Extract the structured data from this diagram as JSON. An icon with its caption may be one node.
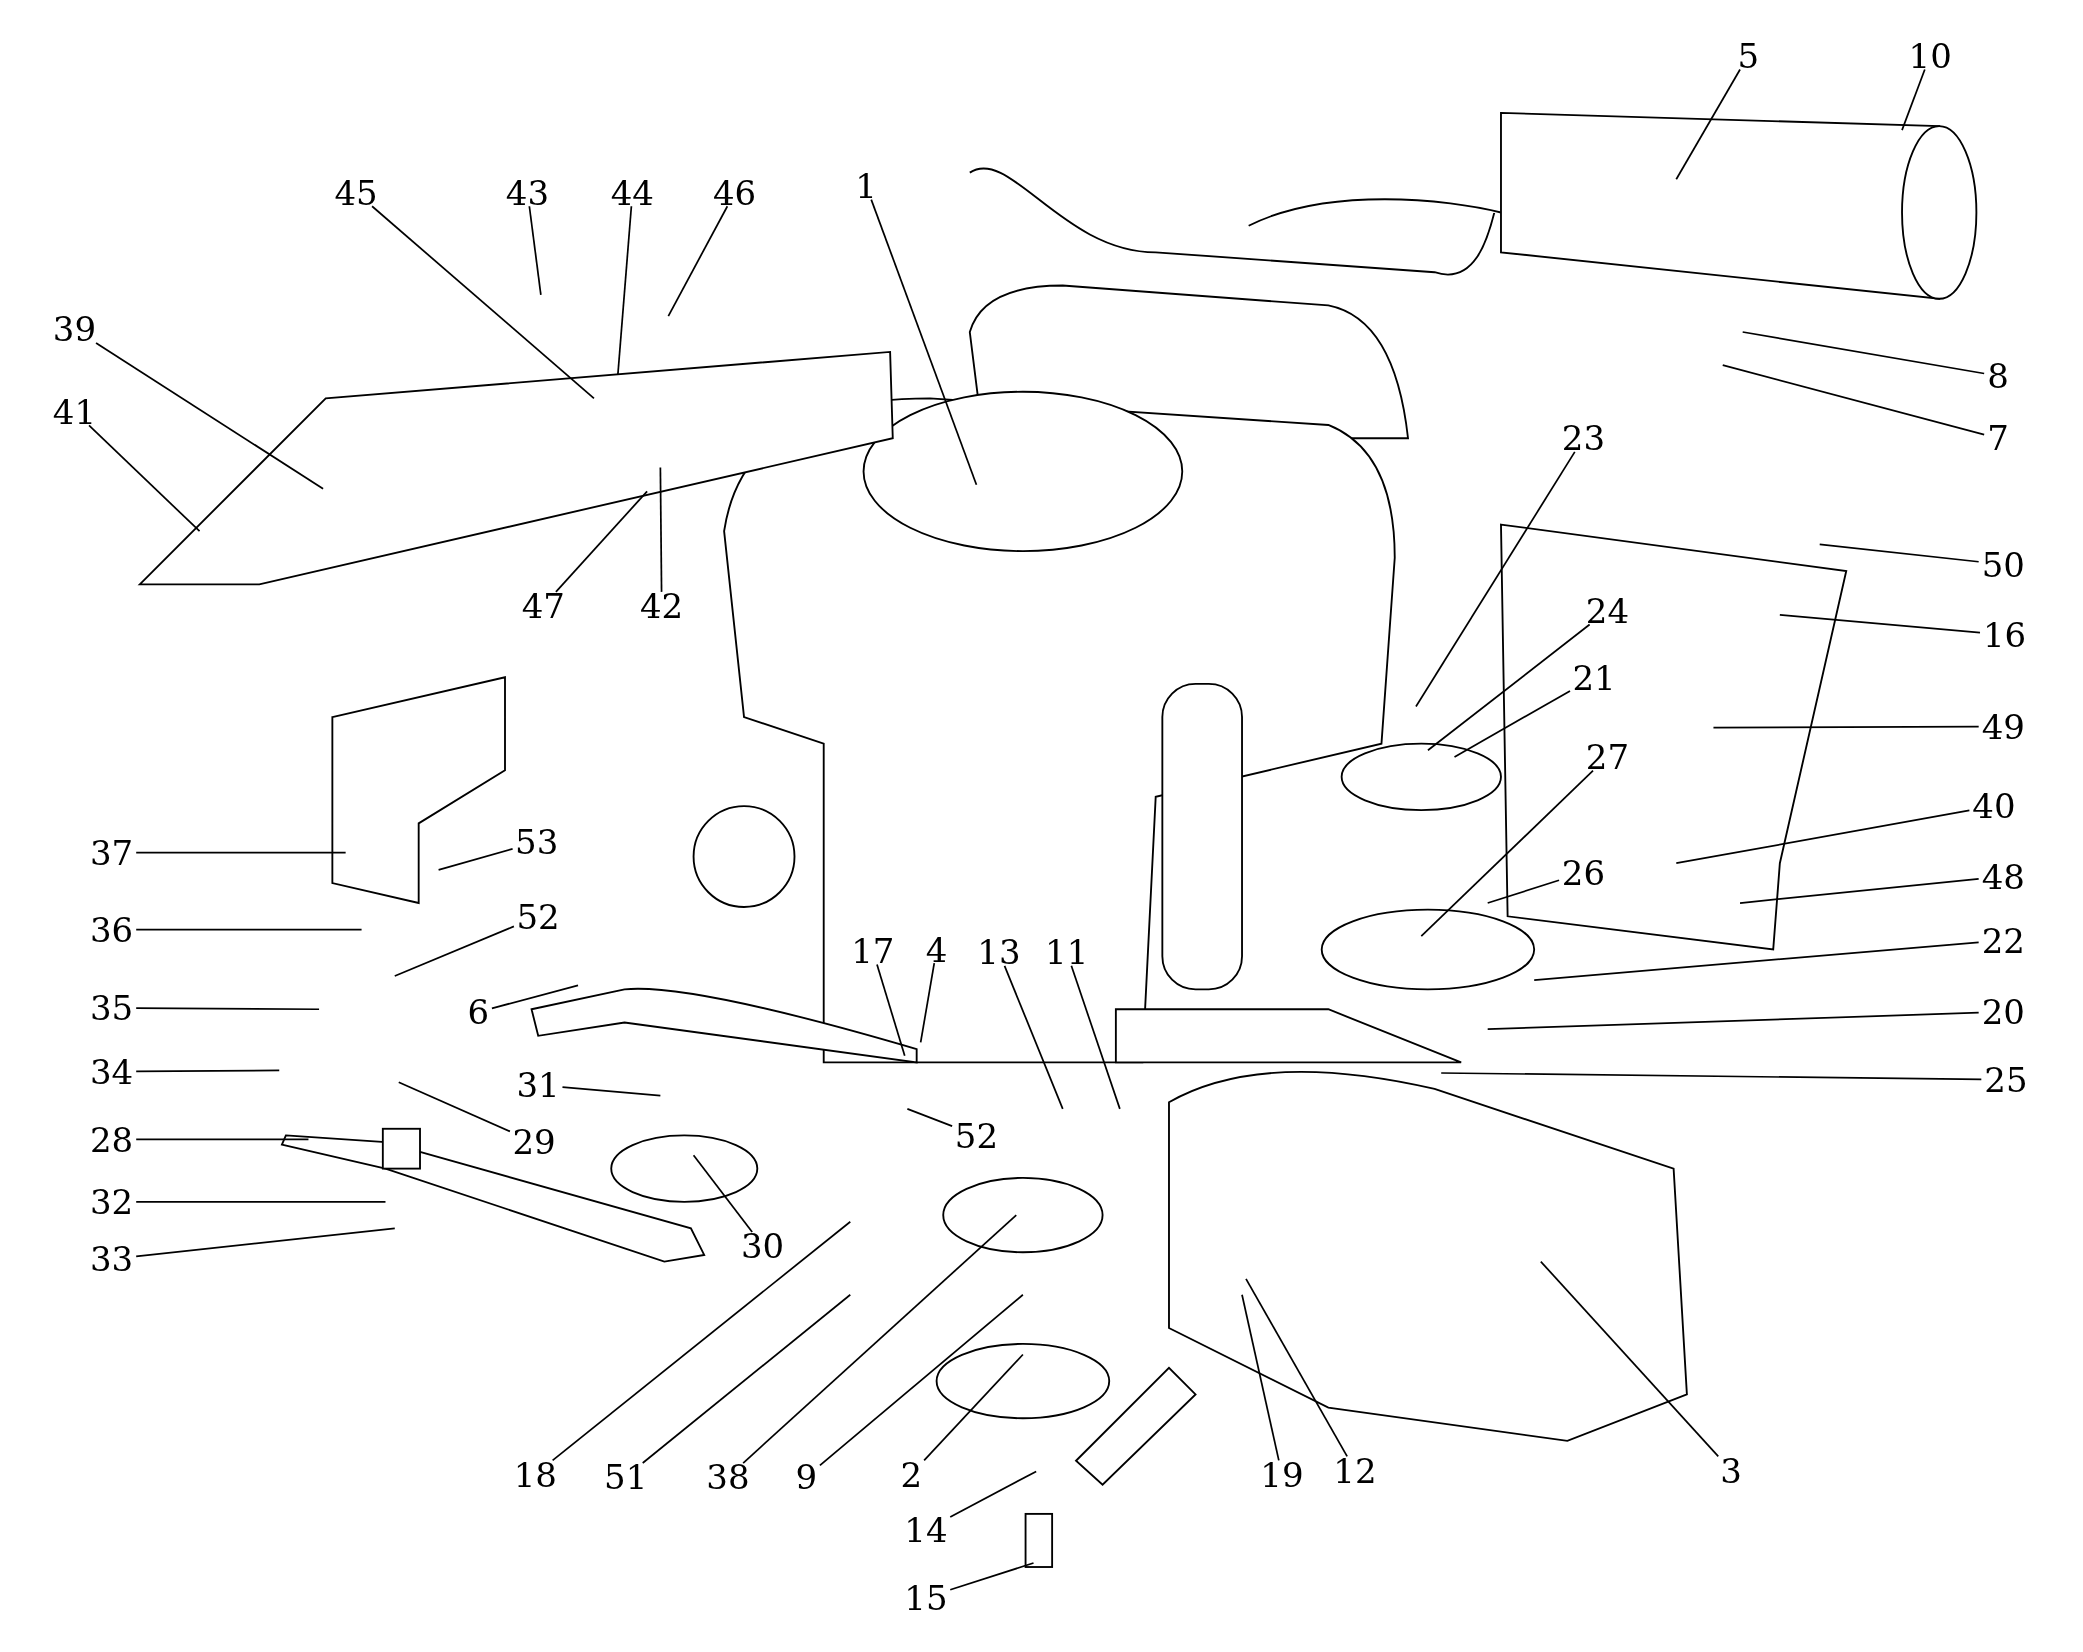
{
  "diagram": {
    "nodes": [
      {
        "text": [
          "1"
        ]
      },
      {
        "text": [
          "2"
        ]
      },
      {
        "text": [
          "3"
        ]
      },
      {
        "text": [
          "4"
        ]
      },
      {
        "text": [
          "5"
        ]
      },
      {
        "text": [
          "6"
        ]
      },
      {
        "text": [
          "7"
        ]
      },
      {
        "text": [
          "8"
        ]
      },
      {
        "text": [
          "9"
        ]
      },
      {
        "text": [
          "10"
        ]
      },
      {
        "text": [
          "11"
        ]
      },
      {
        "text": [
          "12"
        ]
      },
      {
        "text": [
          "13"
        ]
      },
      {
        "text": [
          "14"
        ]
      },
      {
        "text": [
          "15"
        ]
      },
      {
        "text": [
          "16"
        ]
      },
      {
        "text": [
          "17"
        ]
      },
      {
        "text": [
          "18"
        ]
      },
      {
        "text": [
          "19"
        ]
      },
      {
        "text": [
          "20"
        ]
      },
      {
        "text": [
          "21"
        ]
      },
      {
        "text": [
          "22"
        ]
      },
      {
        "text": [
          "23"
        ]
      },
      {
        "text": [
          "24"
        ]
      },
      {
        "text": [
          "25"
        ]
      },
      {
        "text": [
          "26"
        ]
      },
      {
        "text": [
          "27"
        ]
      },
      {
        "text": [
          "28"
        ]
      },
      {
        "text": [
          "29"
        ]
      },
      {
        "text": [
          "30"
        ]
      },
      {
        "text": [
          "31"
        ]
      },
      {
        "text": [
          "32"
        ]
      },
      {
        "text": [
          "33"
        ]
      },
      {
        "text": [
          "34"
        ]
      },
      {
        "text": [
          "35"
        ]
      },
      {
        "text": [
          "36"
        ]
      },
      {
        "text": [
          "37"
        ]
      },
      {
        "text": [
          "38"
        ]
      },
      {
        "text": [
          "39"
        ]
      },
      {
        "text": [
          "40"
        ]
      },
      {
        "text": [
          "41"
        ]
      },
      {
        "text": [
          "42"
        ]
      },
      {
        "text": [
          "43"
        ]
      },
      {
        "text": [
          "44"
        ]
      },
      {
        "text": [
          "45"
        ]
      },
      {
        "text": [
          "46"
        ]
      },
      {
        "text": [
          "47"
        ]
      },
      {
        "text": [
          "48"
        ]
      },
      {
        "text": [
          "49"
        ]
      },
      {
        "text": [
          "50"
        ]
      },
      {
        "text": [
          "51"
        ]
      },
      {
        "text": [
          "52"
        ]
      },
      {
        "text": [
          "52"
        ]
      },
      {
        "text": [
          "53"
        ]
      }
    ],
    "edges": [
      {
        "from": 0,
        "to": null,
        "arrow": "none"
      },
      {
        "from": 1,
        "to": null,
        "arrow": "none"
      },
      {
        "from": 2,
        "to": null,
        "arrow": "none"
      },
      {
        "from": 3,
        "to": null,
        "arrow": "none"
      },
      {
        "from": 4,
        "to": null,
        "arrow": "none"
      },
      {
        "from": 5,
        "to": null,
        "arrow": "none"
      },
      {
        "from": 6,
        "to": null,
        "arrow": "none"
      },
      {
        "from": 7,
        "to": null,
        "arrow": "none"
      },
      {
        "from": 8,
        "to": null,
        "arrow": "none"
      },
      {
        "from": 9,
        "to": null,
        "arrow": "none"
      },
      {
        "from": 10,
        "to": null,
        "arrow": "none"
      },
      {
        "from": 11,
        "to": null,
        "arrow": "none"
      },
      {
        "from": 12,
        "to": null,
        "arrow": "none"
      },
      {
        "from": 13,
        "to": null,
        "arrow": "none"
      },
      {
        "from": 14,
        "to": null,
        "arrow": "none"
      },
      {
        "from": 15,
        "to": null,
        "arrow": "none"
      },
      {
        "from": 16,
        "to": null,
        "arrow": "none"
      },
      {
        "from": 17,
        "to": null,
        "arrow": "none"
      },
      {
        "from": 18,
        "to": null,
        "arrow": "none"
      },
      {
        "from": 19,
        "to": null,
        "arrow": "none"
      },
      {
        "from": 20,
        "to": null,
        "arrow": "none"
      },
      {
        "from": 21,
        "to": null,
        "arrow": "none"
      },
      {
        "from": 22,
        "to": null,
        "arrow": "none"
      },
      {
        "from": 23,
        "to": null,
        "arrow": "none"
      },
      {
        "from": 24,
        "to": null,
        "arrow": "none"
      },
      {
        "from": 25,
        "to": null,
        "arrow": "none"
      },
      {
        "from": 26,
        "to": null,
        "arrow": "none"
      },
      {
        "from": 27,
        "to": null,
        "arrow": "none"
      },
      {
        "from": 28,
        "to": null,
        "arrow": "none"
      },
      {
        "from": 29,
        "to": null,
        "arrow": "none"
      },
      {
        "from": 30,
        "to": null,
        "arrow": "none"
      },
      {
        "from": 31,
        "to": null,
        "arrow": "none"
      },
      {
        "from": 32,
        "to": null,
        "arrow": "none"
      },
      {
        "from": 33,
        "to": null,
        "arrow": "none"
      },
      {
        "from": 34,
        "to": null,
        "arrow": "none"
      },
      {
        "from": 35,
        "to": null,
        "arrow": "none"
      },
      {
        "from": 36,
        "to": null,
        "arrow": "none"
      },
      {
        "from": 37,
        "to": null,
        "arrow": "none"
      },
      {
        "from": 38,
        "to": null,
        "arrow": "none"
      },
      {
        "from": 39,
        "to": null,
        "arrow": "none"
      },
      {
        "from": 40,
        "to": null,
        "arrow": "none"
      },
      {
        "from": 41,
        "to": null,
        "arrow": "none"
      },
      {
        "from": 42,
        "to": null,
        "arrow": "none"
      },
      {
        "from": 43,
        "to": null,
        "arrow": "none"
      },
      {
        "from": 44,
        "to": null,
        "arrow": "none"
      },
      {
        "from": 45,
        "to": null,
        "arrow": "none"
      },
      {
        "from": 46,
        "to": null,
        "arrow": "none"
      },
      {
        "from": 47,
        "to": null,
        "arrow": "none"
      },
      {
        "from": 48,
        "to": null,
        "arrow": "none"
      },
      {
        "from": 49,
        "to": null,
        "arrow": "none"
      },
      {
        "from": 50,
        "to": null,
        "arrow": "none"
      },
      {
        "from": 51,
        "to": null,
        "arrow": "none"
      },
      {
        "from": 52,
        "to": null,
        "arrow": "none"
      },
      {
        "from": 53,
        "to": null,
        "arrow": "none"
      }
    ]
  }
}
